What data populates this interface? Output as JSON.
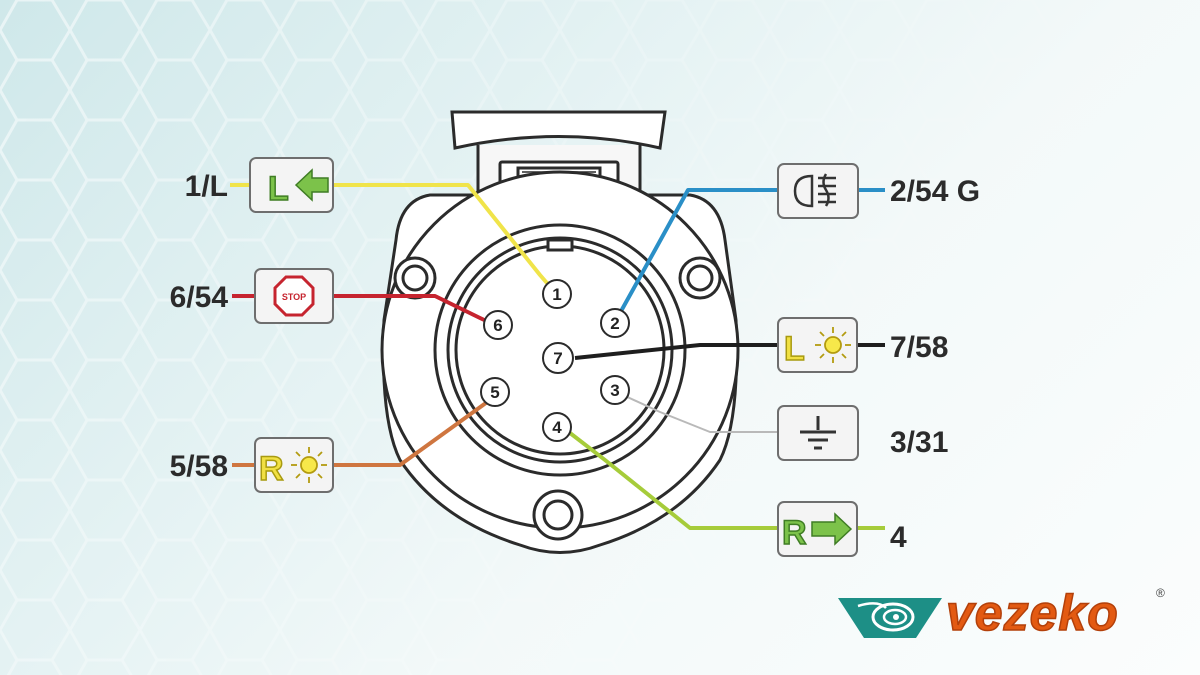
{
  "pins": [
    {
      "number": "1",
      "label": "1/L",
      "wire_color": "#f0e44a",
      "icon": "left-turn-signal-icon",
      "icon_letter": "L"
    },
    {
      "number": "2",
      "label": "2/54 G",
      "wire_color": "#2a8fc7",
      "icon": "fog-light-icon"
    },
    {
      "number": "3",
      "label": "3/31",
      "wire_color": "#b9b9b9",
      "icon": "ground-icon"
    },
    {
      "number": "4",
      "label": "4",
      "wire_color": "#a6cc3a",
      "icon": "right-turn-signal-icon",
      "icon_letter": "R"
    },
    {
      "number": "5",
      "label": "5/58",
      "wire_color": "#cf7640",
      "icon": "right-position-light-icon",
      "icon_letter": "R"
    },
    {
      "number": "6",
      "label": "6/54",
      "wire_color": "#c6242f",
      "icon": "stop-light-icon",
      "icon_text": "STOP"
    },
    {
      "number": "7",
      "label": "7/58",
      "wire_color": "#1e1e1e",
      "icon": "left-position-light-icon",
      "icon_letter": "L"
    }
  ],
  "brand": {
    "name": "vezeko",
    "registered": "®",
    "color": "#e35a12",
    "accent": "#1d8f86"
  }
}
